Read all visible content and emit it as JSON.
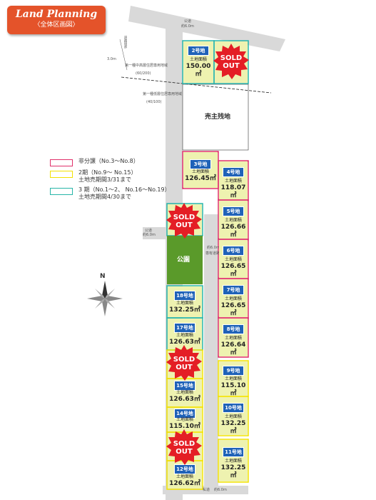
{
  "header": {
    "title": "Land Planning",
    "subtitle": "〈全体区画図〉"
  },
  "legend": [
    {
      "text": "非分譲（No.3〜No.8）",
      "color": "#e0306a"
    },
    {
      "text": "2期（No.9〜 No.15）",
      "text2": "土地売期間3/31まで",
      "color": "#f2e200"
    },
    {
      "text": "3 期（No.1〜2、 No.16〜No.19）",
      "text2": "土地売期間4/30まで",
      "color": "#27b5a8"
    }
  ],
  "labels": {
    "road_top": "公道",
    "road_top_width": "約6.0m",
    "road_left": "公道",
    "road_left_width": "約6.0m",
    "road_diag": "道路境界",
    "road_diag_width": "3.0m",
    "zone1": "第一種中高層住居専用地域",
    "zone1_ratio": "(60/200)",
    "zone2": "第一種低層住居専用地域",
    "zone2_ratio": "(40/100)",
    "seller": "売主残地",
    "park": "公園",
    "compass": "N",
    "road_right": "私道",
    "road_right_width": "約6.0m",
    "road_right_note": "専有道路",
    "road_bottom": "私道",
    "road_bottom_width": "約6.0m",
    "area_label": "土地面積"
  },
  "sold_out": "SOLD OUT",
  "lots": [
    {
      "id": "2",
      "name": "2号地",
      "area": "150.00㎡"
    },
    {
      "id": "3",
      "name": "3号地",
      "area": "126.45㎡"
    },
    {
      "id": "4",
      "name": "4号地",
      "area": "118.07㎡"
    },
    {
      "id": "5",
      "name": "5号地",
      "area": "126.66㎡"
    },
    {
      "id": "6",
      "name": "6号地",
      "area": "126.65㎡"
    },
    {
      "id": "7",
      "name": "7号地",
      "area": "126.65㎡"
    },
    {
      "id": "8",
      "name": "8号地",
      "area": "126.64㎡"
    },
    {
      "id": "9",
      "name": "9号地",
      "area": "115.10㎡"
    },
    {
      "id": "10",
      "name": "10号地",
      "area": "132.25㎡"
    },
    {
      "id": "11",
      "name": "11号地",
      "area": "132.25㎡"
    },
    {
      "id": "12",
      "name": "12号地",
      "area": "126.62㎡"
    },
    {
      "id": "14",
      "name": "14号地",
      "area": "115.10㎡"
    },
    {
      "id": "15",
      "name": "15号地",
      "area": "126.63㎡"
    },
    {
      "id": "17",
      "name": "17号地",
      "area": "126.63㎡"
    },
    {
      "id": "18",
      "name": "18号地",
      "area": "132.25㎡"
    }
  ],
  "colors": {
    "badge": "#e4532a",
    "road": "#d9d9d9",
    "plot": "#eef2b0",
    "park": "#5a9a2a",
    "lotbox": "#1f62b8",
    "sold": "#e41e25"
  }
}
